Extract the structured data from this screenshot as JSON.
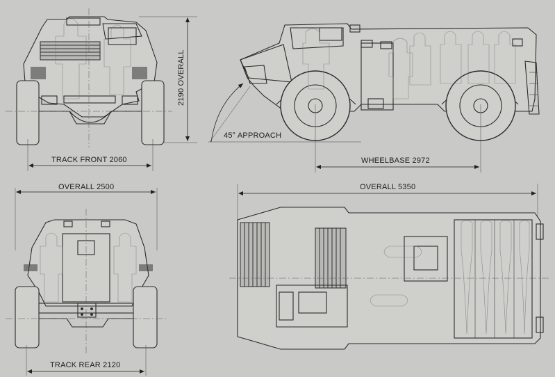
{
  "labels": {
    "overall_height": "2190 OVERALL",
    "approach_angle": "45° APPROACH",
    "track_front": "TRACK FRONT 2060",
    "wheelbase": "WHEELBASE 2972",
    "overall_width": "OVERALL 2500",
    "overall_length": "OVERALL 5350",
    "track_rear": "TRACK REAR 2120"
  },
  "colors": {
    "paper": "#c9c9c7",
    "ink": "#2a2a2a"
  }
}
